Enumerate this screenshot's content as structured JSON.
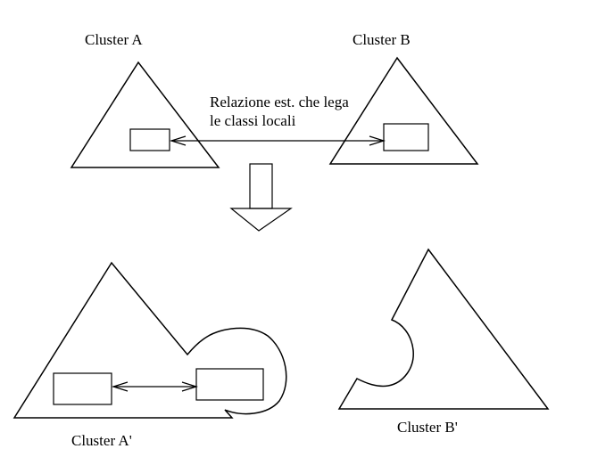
{
  "diagram": {
    "colors": {
      "stroke": "#000000",
      "background": "#ffffff"
    },
    "top": {
      "cluster_a": {
        "label": "Cluster A"
      },
      "cluster_b": {
        "label": "Cluster B"
      },
      "relation_label": {
        "line1": "Relazione est. che lega",
        "line2": "le classi locali"
      },
      "relation_arrow": "bidirectional"
    },
    "transition_arrow": {
      "direction": "down"
    },
    "bottom": {
      "cluster_a_prime": {
        "label": "Cluster A'"
      },
      "cluster_b_prime": {
        "label": "Cluster B'"
      },
      "internal_arrow": "bidirectional"
    }
  }
}
